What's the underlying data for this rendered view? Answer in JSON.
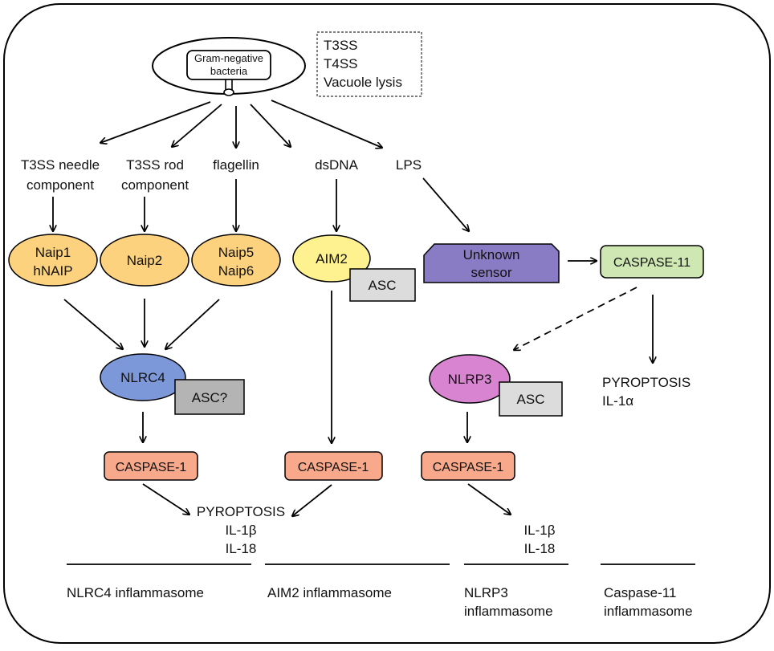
{
  "bacteria": {
    "line1": "Gram-negative",
    "line2": "bacteria"
  },
  "secretion_box": {
    "line1": "T3SS",
    "line2": "T4SS",
    "line3": "Vacuole lysis"
  },
  "ligands": {
    "needle_line1": "T3SS needle",
    "needle_line2": "component",
    "rod_line1": "T3SS rod",
    "rod_line2": "component",
    "flagellin": "flagellin",
    "dsdna": "dsDNA",
    "lps": "LPS"
  },
  "sensors": {
    "naip1_line1": "Naip1",
    "naip1_line2": "hNAIP",
    "naip2": "Naip2",
    "naip5_line1": "Naip5",
    "naip5_line2": "Naip6",
    "aim2": "AIM2",
    "unknown_line1": "Unknown",
    "unknown_line2": "sensor",
    "caspase11": "CASPASE-11",
    "nlrc4": "NLRC4",
    "nlrp3": "NLRP3"
  },
  "adaptors": {
    "asc_aim2": "ASC",
    "asc_nlrc4": "ASC?",
    "asc_nlrp3": "ASC"
  },
  "caspases": {
    "nlrc4": "CASPASE-1",
    "aim2": "CASPASE-1",
    "nlrp3": "CASPASE-1"
  },
  "outputs": {
    "shared_line1": "PYROPTOSIS",
    "shared_line2": "IL-1β",
    "shared_line3": "IL-18",
    "nlrp3_line1": "IL-1β",
    "nlrp3_line2": "IL-18",
    "casp11_line1": "PYROPTOSIS",
    "casp11_line2": "IL-1α"
  },
  "groups": {
    "nlrc4": "NLRC4 inflammasome",
    "aim2": "AIM2 inflammasome",
    "nlrp3_line1": "NLRP3",
    "nlrp3_line2": "inflammasome",
    "casp11_line1": "Caspase-11",
    "casp11_line2": "inflammasome"
  },
  "colors": {
    "naip_fill": "#fcd27f",
    "aim2_fill": "#fdf28f",
    "nlrc4_fill": "#7d98d9",
    "nlrp3_fill": "#d984d1",
    "unknown_fill": "#8a7cc4",
    "caspase11_fill": "#cfe8b3",
    "caspase1_fill": "#f8a98b",
    "asc_fill": "#dcdcdc",
    "asc_dark_fill": "#b4b4b4"
  }
}
